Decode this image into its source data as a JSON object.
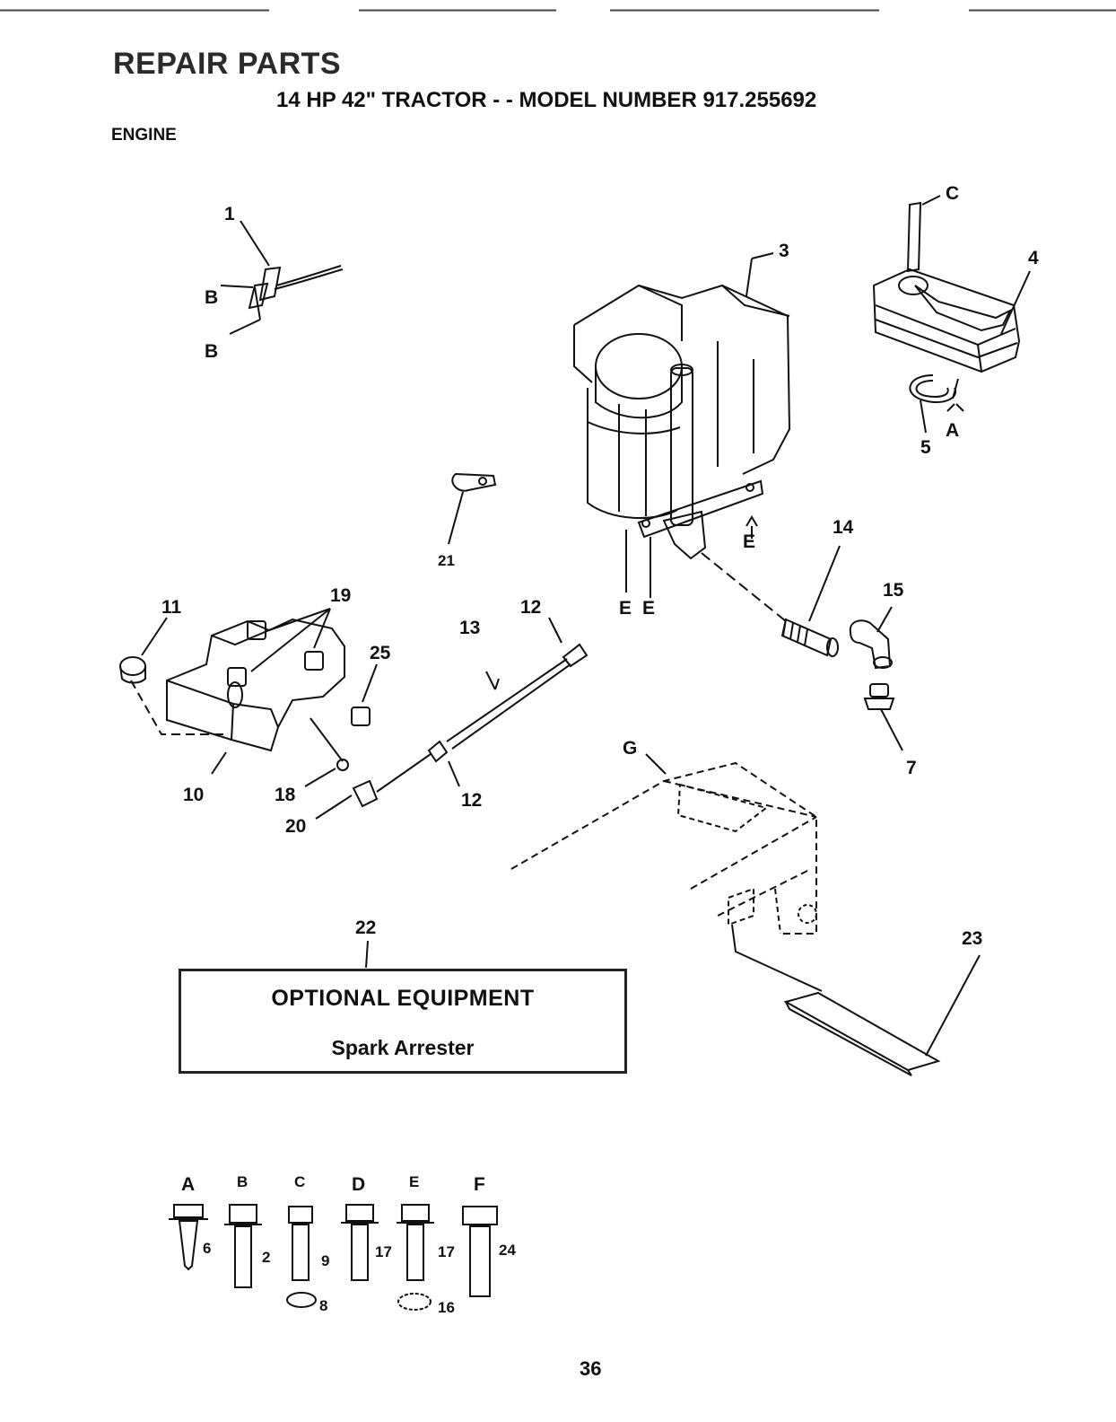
{
  "header": {
    "title": "REPAIR PARTS",
    "subtitle": "14 HP 42\" TRACTOR - - MODEL NUMBER 917.255692",
    "section": "ENGINE"
  },
  "callouts": {
    "p1": "1",
    "p3": "3",
    "p4": "4",
    "p5": "5",
    "p7": "7",
    "p10": "10",
    "p11": "11",
    "p12a": "12",
    "p12b": "12",
    "p13": "13",
    "p14": "14",
    "p15": "15",
    "p18": "18",
    "p19": "19",
    "p20": "20",
    "p21": "21",
    "p22": "22",
    "p23": "23",
    "p25": "25"
  },
  "letters": {
    "A": "A",
    "B1": "B",
    "B2": "B",
    "C": "C",
    "E1": "E",
    "E2": "E",
    "E3": "E",
    "G": "G"
  },
  "optional_equipment": {
    "title": "OPTIONAL EQUIPMENT",
    "item": "Spark Arrester"
  },
  "hardware_key": [
    {
      "letter": "A",
      "part": "6"
    },
    {
      "letter": "B",
      "part": "2"
    },
    {
      "letter": "C",
      "part": "9",
      "washer": "8"
    },
    {
      "letter": "D",
      "part": "17"
    },
    {
      "letter": "E",
      "part": "17",
      "washer": "16"
    },
    {
      "letter": "F",
      "part": "24"
    }
  ],
  "page_number": "36"
}
